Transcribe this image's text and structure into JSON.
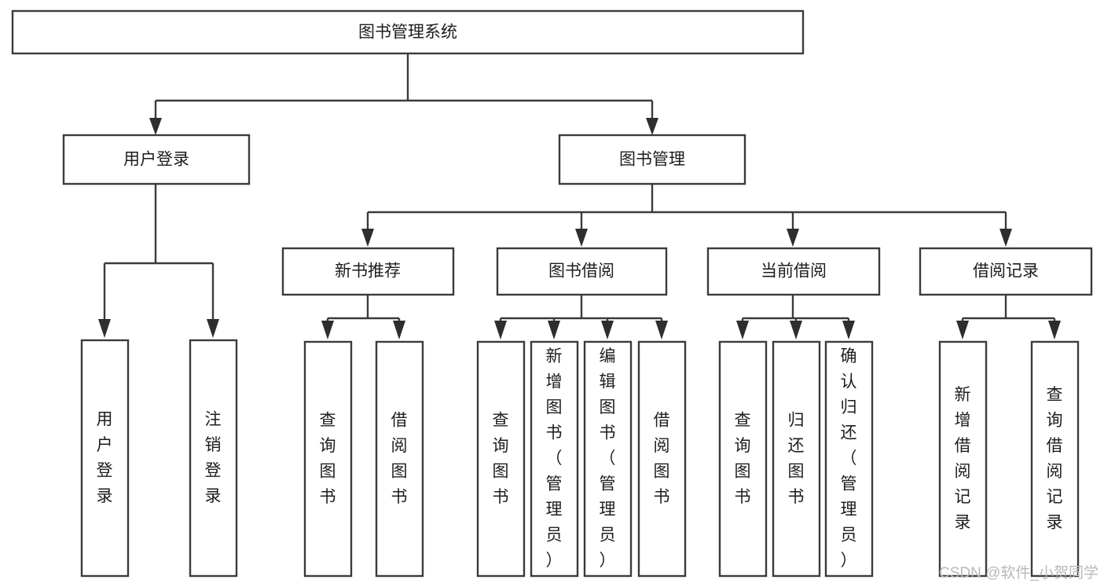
{
  "diagram": {
    "title": "图书管理系统",
    "type": "tree-hierarchy-chart",
    "orientation": "top-down",
    "colors": {
      "box_stroke": "#3b3b3b",
      "box_fill": "#ffffff",
      "connector": "#3b3b3b",
      "text": "#1d1d1d",
      "watermark": "#b9b9b9",
      "background": "#ffffff"
    },
    "root": {
      "label": "图书管理系统"
    },
    "level1": [
      {
        "label": "用户登录"
      },
      {
        "label": "图书管理"
      }
    ],
    "level2": [
      {
        "label": "新书推荐"
      },
      {
        "label": "图书借阅"
      },
      {
        "label": "当前借阅"
      },
      {
        "label": "借阅记录"
      }
    ],
    "leaves": {
      "user_login": [
        {
          "label": "用户登录"
        },
        {
          "label": "注销登录"
        }
      ],
      "new_book_recommend": [
        {
          "label": "查询图书"
        },
        {
          "label": "借阅图书"
        }
      ],
      "book_borrow": [
        {
          "label": "查询图书"
        },
        {
          "label": "新增图书（管理员）"
        },
        {
          "label": "编辑图书（管理员）"
        },
        {
          "label": "借阅图书"
        }
      ],
      "current_borrow": [
        {
          "label": "查询图书"
        },
        {
          "label": "归还图书"
        },
        {
          "label": "确认归还（管理员）"
        }
      ],
      "borrow_record": [
        {
          "label": "新增借阅记录"
        },
        {
          "label": "查询借阅记录"
        }
      ]
    },
    "watermark": "CSDN @软件_小贺同学"
  }
}
